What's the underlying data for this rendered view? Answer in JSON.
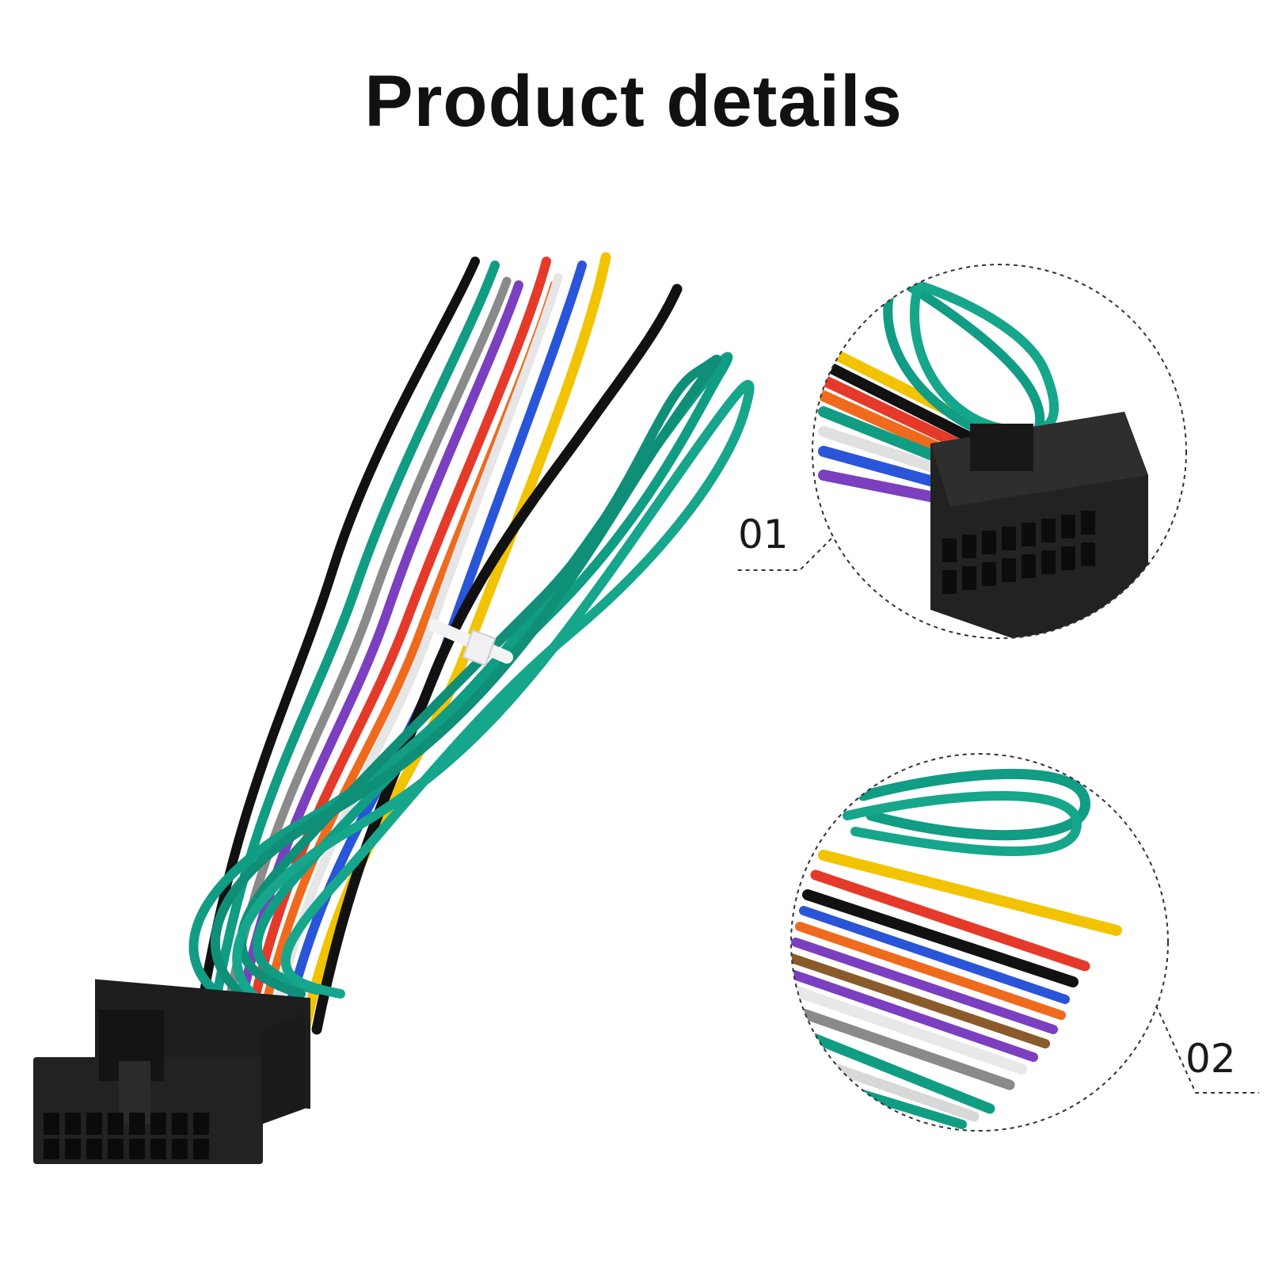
{
  "title": "Product details",
  "callouts": [
    {
      "label": "01",
      "subject": "connector-closeup"
    },
    {
      "label": "02",
      "subject": "wire-ends-closeup"
    }
  ],
  "colors": {
    "connector": "#1e1e1e",
    "wires": [
      "#000000",
      "#119c84",
      "#8a8a8a",
      "#7b3fc0",
      "#e53a2a",
      "#f06a1e",
      "#2a55d8",
      "#f2c300",
      "#e8e8e8",
      "#8b5a2b"
    ],
    "dashed_outline": "#333333"
  }
}
